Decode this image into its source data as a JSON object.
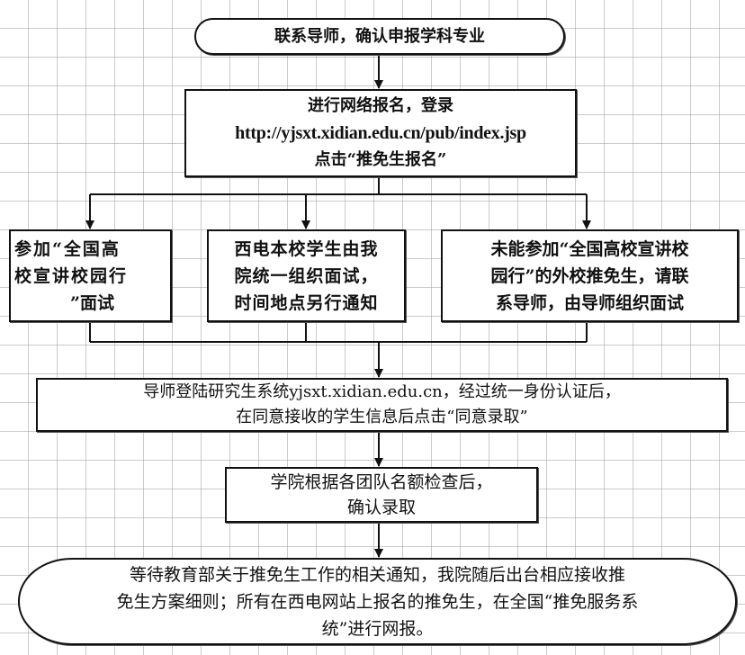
{
  "start": {
    "text": "联系导师，确认申报学科专业"
  },
  "register": {
    "lines": [
      "进行网络报名，登录",
      "http://yjsxt.xidian.edu.cn/pub/index.jsp",
      "点击“推免生报名”"
    ]
  },
  "branch_a": {
    "lines": [
      "参加“全国高",
      "校宣讲校园行",
      "”面试"
    ]
  },
  "branch_b": {
    "lines": [
      "西电本校学生由我",
      "院统一组织面试，",
      "时间地点另行通知"
    ]
  },
  "branch_c": {
    "lines": [
      "未能参加“全国高校宣讲校",
      "园行”的外校推免生，请联",
      "系导师，由导师组织面试"
    ]
  },
  "advisor": {
    "lines": [
      "导师登陆研究生系统yjsxt.xidian.edu.cn，经过统一身份认证后，",
      "在同意接收的学生信息后点击“同意录取”"
    ]
  },
  "college": {
    "lines": [
      "学院根据各团队名额检查后，",
      "确认录取"
    ]
  },
  "end": {
    "lines": [
      "等待教育部关于推免生工作的相关通知，我院随后出台相应接收推",
      "免生方案细则；所有在西电网站上报名的推免生，在全国“推免服务系",
      "统”进行网报。"
    ]
  }
}
